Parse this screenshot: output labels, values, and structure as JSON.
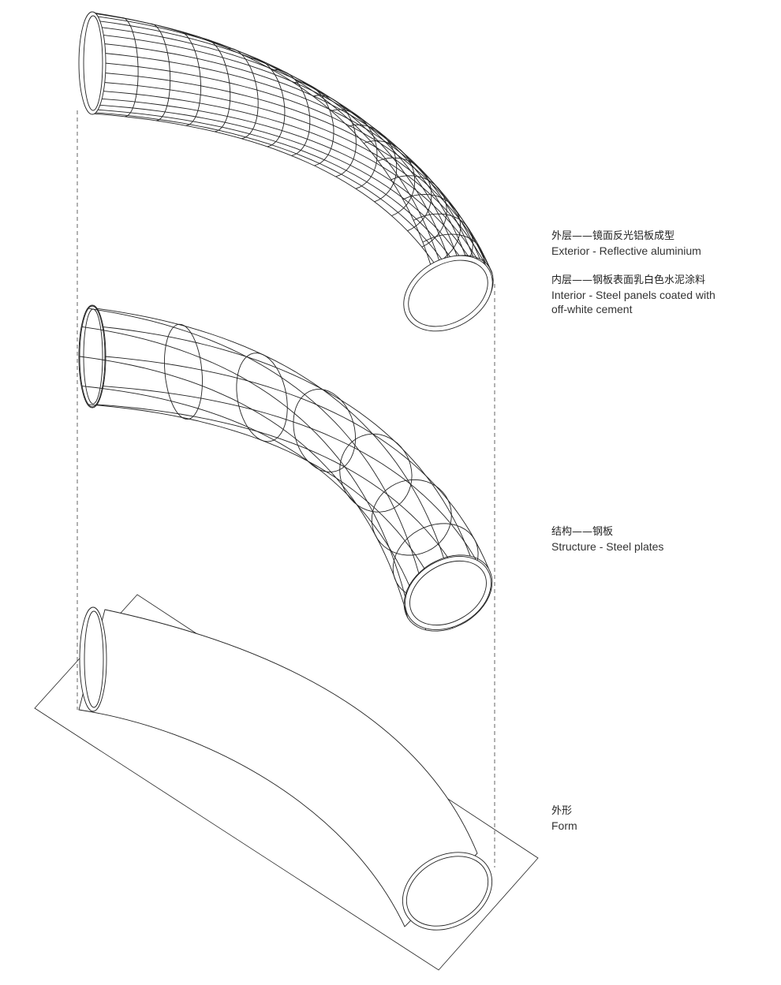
{
  "labels": {
    "exterior": {
      "zh": "外层——镜面反光铝板成型",
      "en": "Exterior - Reflective aluminium"
    },
    "interior": {
      "zh": "内层——钢板表面乳白色水泥涂料",
      "en": "Interior - Steel panels coated with",
      "en2": "off-white cement"
    },
    "structure": {
      "zh": "结构——钢板",
      "en": "Structure - Steel plates"
    },
    "form": {
      "zh": "外形",
      "en": "Form"
    }
  },
  "style": {
    "line_color": "#222222",
    "dash_color": "#666666"
  }
}
